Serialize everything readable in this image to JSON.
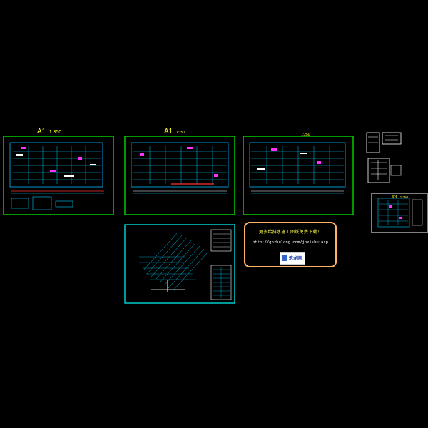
{
  "sheets": [
    {
      "scale_prefix": "A1",
      "scale": "1:350"
    },
    {
      "scale_prefix": "A1",
      "scale": "1:250"
    },
    {
      "scale_prefix": "",
      "scale": "1:250"
    }
  ],
  "small_sheet": {
    "scale_prefix": "A3",
    "scale": "1:350"
  },
  "banner": {
    "line1": "更多给排水施工图纸免费下载！",
    "url": "http://gpzhulong.com/jpxishuiasp",
    "logo_text": "筑龙网"
  },
  "colors": {
    "frame": "#00cc00",
    "label": "#ffff33",
    "banner_border": "#ffb366",
    "plan_lines": "#00ccff",
    "magenta": "#ff33ff",
    "red": "#ff3333"
  },
  "icons": [
    "logo-icon"
  ]
}
